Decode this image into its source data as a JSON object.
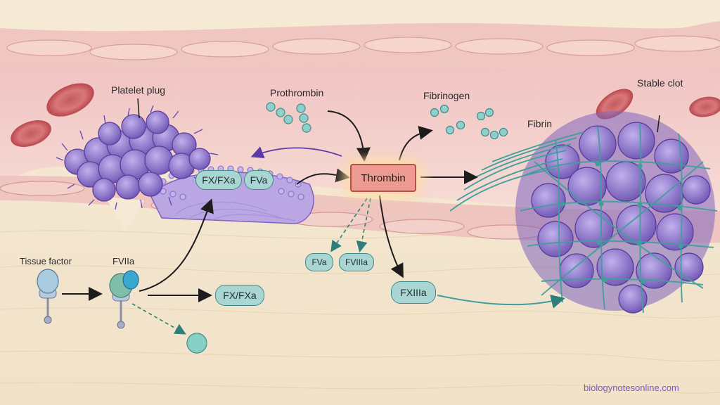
{
  "labels": {
    "platelet_plug": "Platelet plug",
    "prothrombin": "Prothrombin",
    "fibrinogen": "Fibrinogen",
    "fibrin": "Fibrin",
    "stable_clot": "Stable clot",
    "tissue_factor": "Tissue factor",
    "fviia": "FVIIa"
  },
  "nodes": {
    "fx_fxa_complex": "FX/FXa",
    "fva_complex": "FVa",
    "thrombin": "Thrombin",
    "fx_fxa": "FX/FXa",
    "fva": "FVa",
    "fviiia": "FVIIIa",
    "fxiiia": "FXIIIa"
  },
  "credit": "biologynotesonline.com",
  "colors": {
    "vessel_wall": "#f1c9c4",
    "tissue": "#f3e6cf",
    "platelet": "#8c72c8",
    "factor_pill": "#a9d6d3",
    "thrombin_box": "#ec9a92",
    "fibrin": "#3f9f9a",
    "arrow": "#1c1c1c"
  }
}
